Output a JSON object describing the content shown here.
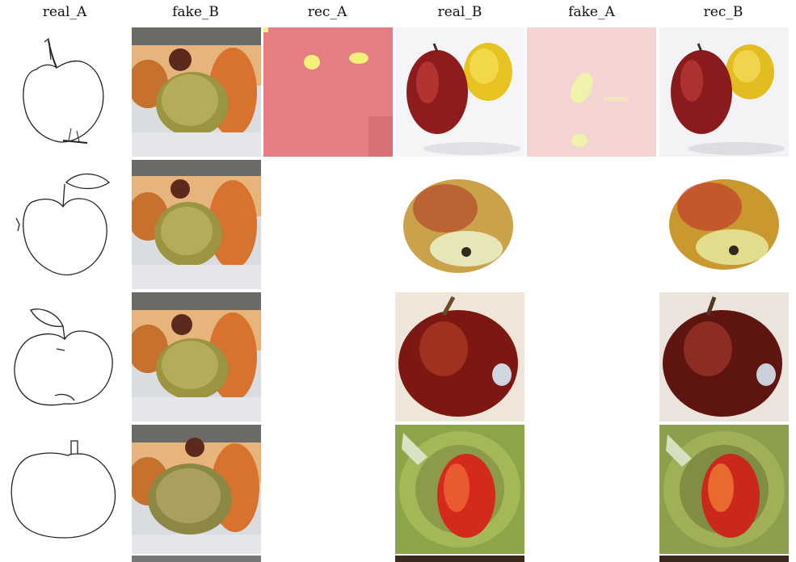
{
  "headers": [
    "real_A",
    "fake_B",
    "rec_A",
    "real_B",
    "fake_A",
    "rec_B"
  ],
  "rows": [
    {
      "real_A": "sketch-apple-icon",
      "fake_B": "generated-apple-image",
      "rec_A": "pink-noise-image",
      "real_B": "red-apple-lemon-photo",
      "fake_A": "pale-pink-image",
      "rec_B": "red-apple-lemon-reconstruction"
    },
    {
      "real_A": "sketch-apple-leaf-icon",
      "fake_B": "generated-apple-image",
      "rec_A": "blank-image",
      "real_B": "yellow-apple-photo",
      "fake_A": "blank-image",
      "rec_B": "yellow-apple-reconstruction"
    },
    {
      "real_A": "sketch-apple-leaf-icon",
      "fake_B": "generated-apple-image",
      "rec_A": "blank-image",
      "real_B": "red-apple-sticker-photo",
      "fake_A": "blank-image",
      "rec_B": "red-apple-sticker-reconstruction"
    },
    {
      "real_A": "sketch-apple-stem-icon",
      "fake_B": "generated-apple-image",
      "rec_A": "blank-image",
      "real_B": "red-apple-green-bg-photo",
      "fake_A": "blank-image",
      "rec_B": "red-apple-green-bg-reconstruction"
    }
  ],
  "colors": {
    "background": "#ffffff",
    "text": "#111111",
    "pink": "#e88a8f",
    "red_apple": "#8e1c1c",
    "green_bg": "#8da548"
  }
}
